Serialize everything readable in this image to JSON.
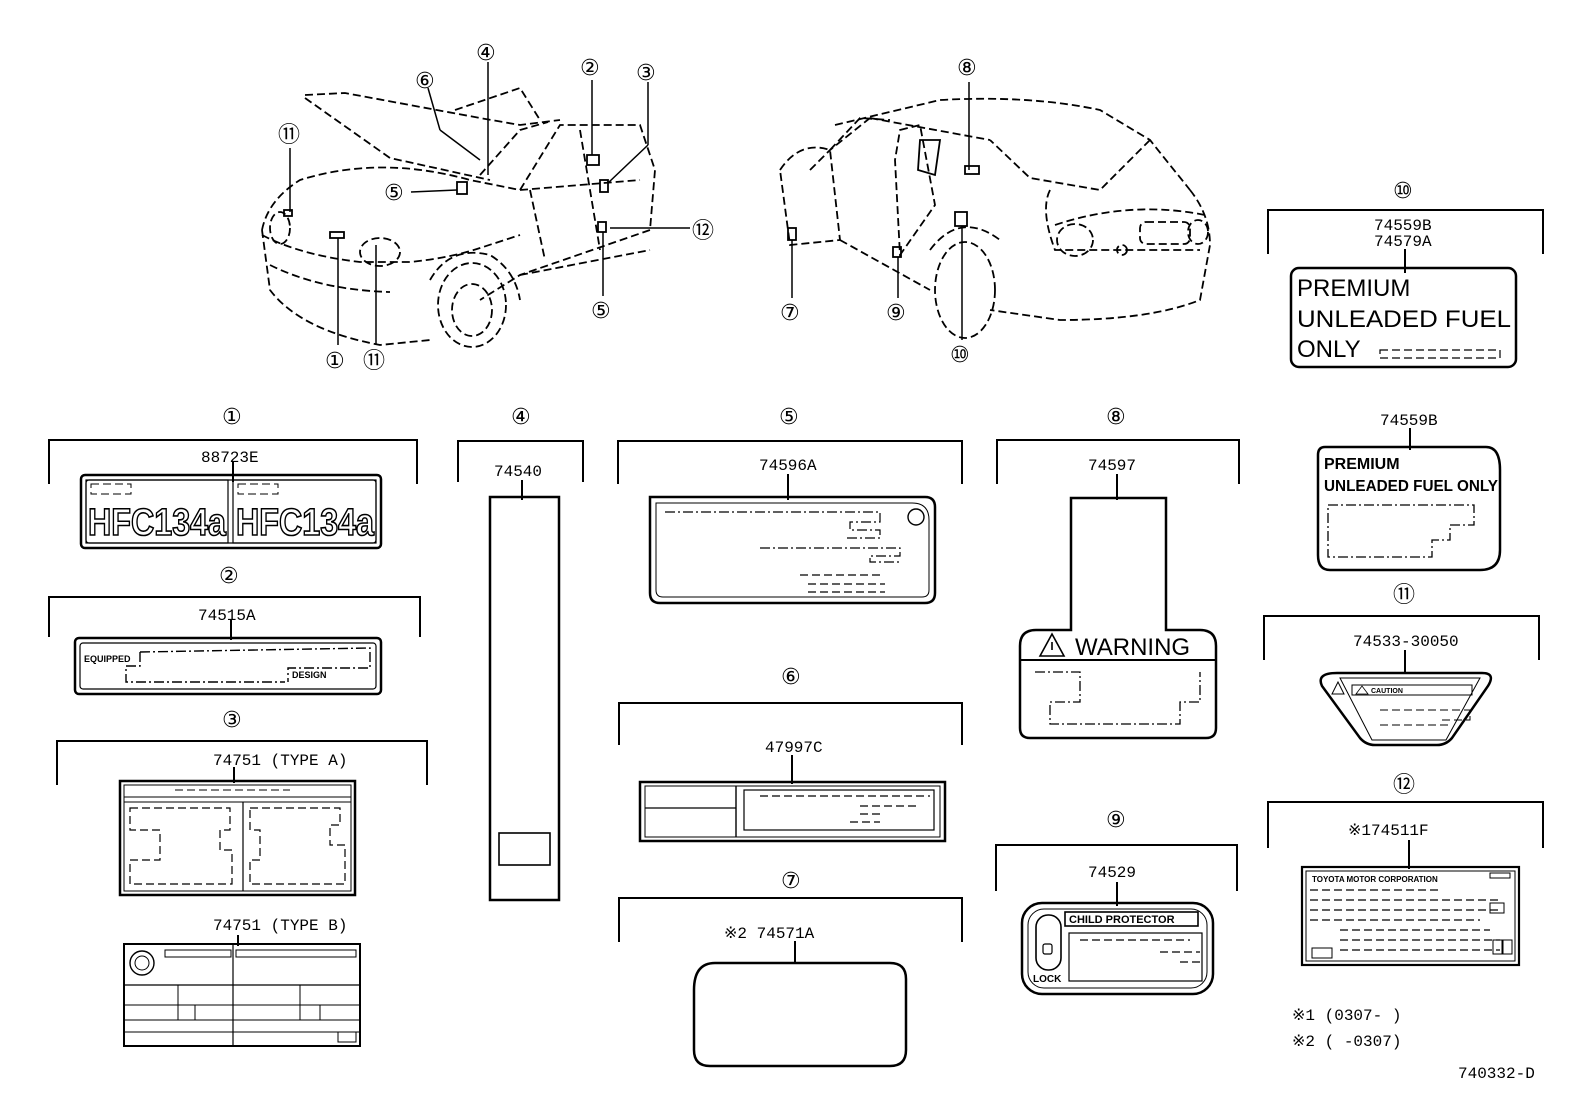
{
  "callouts": {
    "c1": "①",
    "c2": "②",
    "c3": "③",
    "c4": "④",
    "c5": "⑤",
    "c6": "⑥",
    "c7": "⑦",
    "c8": "⑧",
    "c9": "⑨",
    "c10": "⑩",
    "c11": "⑪",
    "c12": "⑫"
  },
  "parts": {
    "p1": "88723E",
    "p1_text": "HFC134a",
    "p2": "74515A",
    "p2_left": "EQUIPPED",
    "p2_right": "DESIGN",
    "p3a": "74751 (TYPE  A)",
    "p3b": "74751 (TYPE  B)",
    "p4": "74540",
    "p5": "74596A",
    "p6": "47997C",
    "p7": "※2 74571A",
    "p8": "74597",
    "p8_warning": "WARNING",
    "p9": "74529",
    "p9_title": "CHILD PROTECTOR",
    "p9_lock": "LOCK",
    "p10a": "74559B",
    "p10b": "74579A",
    "p10_line1": "PREMIUM",
    "p10_line2": "UNLEADED FUEL",
    "p10_line3": "ONLY",
    "p10c": "74559B",
    "p10c_line1": "PREMIUM",
    "p10c_line2": "UNLEADED FUEL ONLY",
    "p11": "74533-30050",
    "p11_caution": "CAUTION",
    "p12": "※174511F",
    "p12_header": "TOYOTA MOTOR CORPORATION"
  },
  "notes": {
    "n1": "※1 (0307-      )",
    "n2": "※2 (      -0307)",
    "ref": "740332-D"
  }
}
